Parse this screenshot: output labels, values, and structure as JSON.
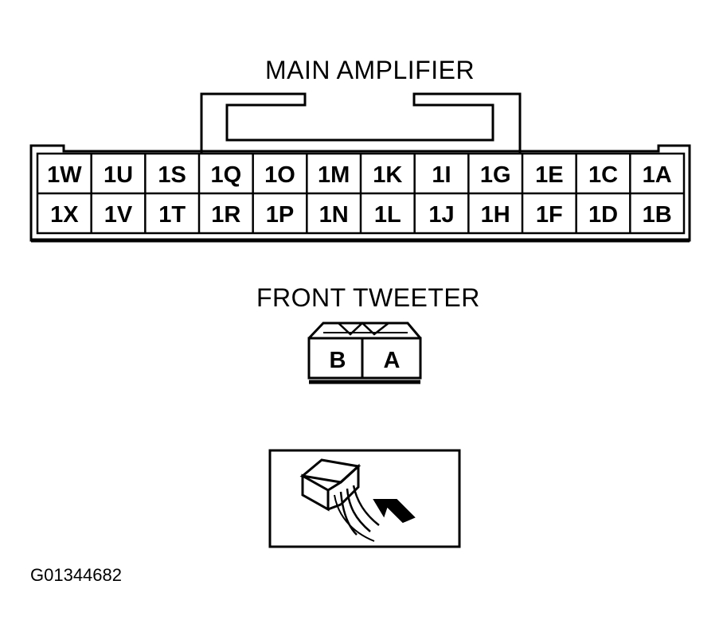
{
  "main_amplifier": {
    "title": "MAIN AMPLIFIER",
    "top_row": [
      "1W",
      "1U",
      "1S",
      "1Q",
      "1O",
      "1M",
      "1K",
      "1I",
      "1G",
      "1E",
      "1C",
      "1A"
    ],
    "bottom_row": [
      "1X",
      "1V",
      "1T",
      "1R",
      "1P",
      "1N",
      "1L",
      "1J",
      "1H",
      "1F",
      "1D",
      "1B"
    ]
  },
  "front_tweeter": {
    "title": "FRONT TWEETER",
    "pins": [
      "B",
      "A"
    ]
  },
  "probe_illustration": {
    "icon": "connector-backprobe-icon"
  },
  "figure_code": "G01344682"
}
